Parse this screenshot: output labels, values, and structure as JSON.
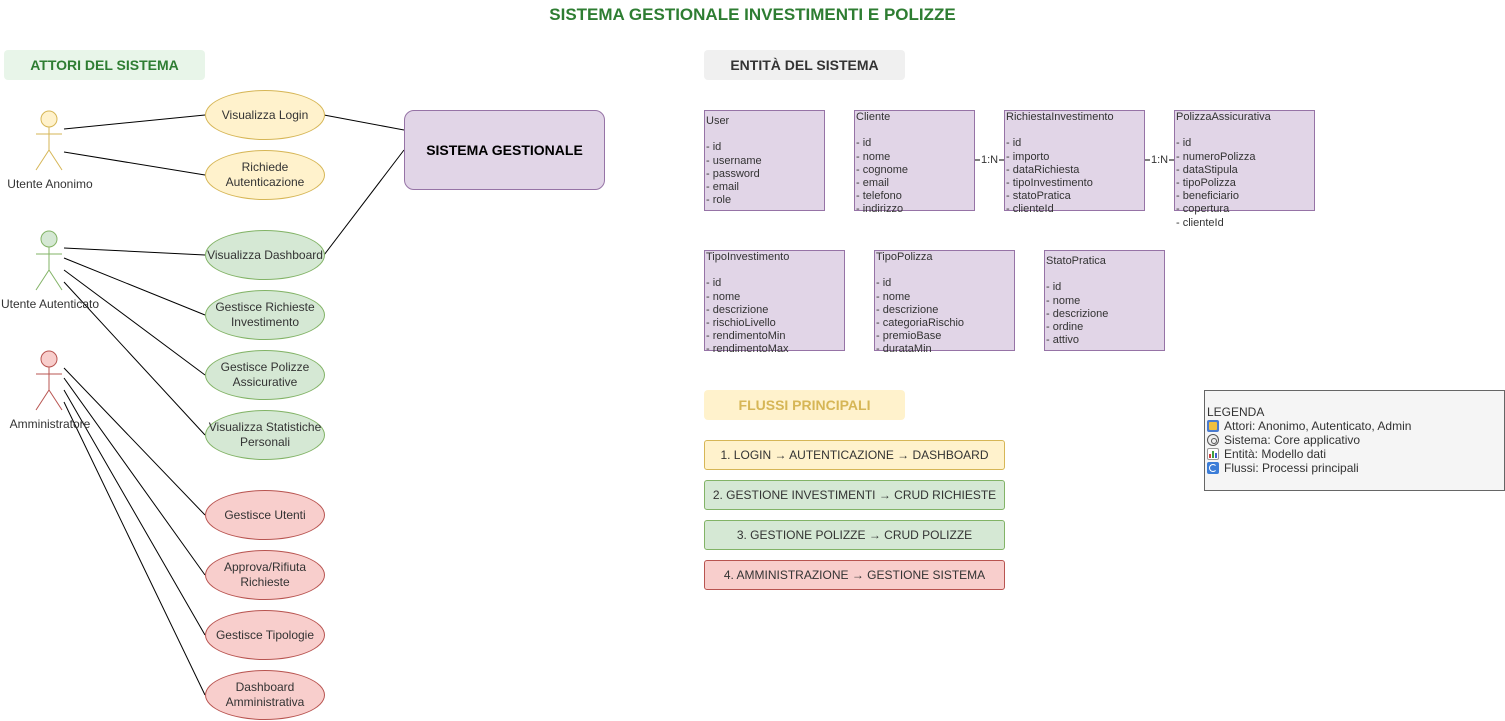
{
  "title": "SISTEMA GESTIONALE INVESTIMENTI E POLIZZE",
  "actors_header": "ATTORI DEL SISTEMA",
  "entities_header": "ENTITÀ DEL SISTEMA",
  "flows_header": "FLUSSI PRINCIPALI",
  "actors": [
    {
      "label": "Utente Anonimo",
      "color": "#fff2cc",
      "stroke": "#d6b656"
    },
    {
      "label": "Utente Autenticato",
      "color": "#d5e8d4",
      "stroke": "#82b366"
    },
    {
      "label": "Amministratore",
      "color": "#f8cecc",
      "stroke": "#b85450"
    }
  ],
  "system": {
    "label": "SISTEMA GESTIONALE"
  },
  "use_cases": [
    {
      "label": "Visualizza Login"
    },
    {
      "label": "Richiede\nAutenticazione"
    },
    {
      "label": "Visualizza Dashboard"
    },
    {
      "label": "Gestisce Richieste\nInvestimento"
    },
    {
      "label": "Gestisce Polizze\nAssicurative"
    },
    {
      "label": "Visualizza Statistiche\nPersonali"
    },
    {
      "label": "Gestisce Utenti"
    },
    {
      "label": "Approva/Rifiuta\nRichieste"
    },
    {
      "label": "Gestisce Tipologie"
    },
    {
      "label": "Dashboard\nAmministrativa"
    }
  ],
  "entities": [
    {
      "name": "User",
      "fields": [
        "- id",
        "- username",
        "- password",
        "- email",
        "- role"
      ]
    },
    {
      "name": "Cliente",
      "fields": [
        "- id",
        "- nome",
        "- cognome",
        "- email",
        "- telefono",
        "- indirizzo"
      ]
    },
    {
      "name": "RichiestaInvestimento",
      "fields": [
        "- id",
        "- importo",
        "- dataRichiesta",
        "- tipoInvestimento",
        "- statoPratica",
        "- clienteId"
      ]
    },
    {
      "name": "PolizzaAssicurativa",
      "fields": [
        "- id",
        "- numeroPolizza",
        "- dataStipula",
        "- tipoPolizza",
        "- beneficiario",
        "- copertura",
        "- clienteId"
      ]
    },
    {
      "name": "TipoInvestimento",
      "fields": [
        "- id",
        "- nome",
        "- descrizione",
        "- rischioLivello",
        "- rendimentoMin",
        "- rendimentoMax"
      ]
    },
    {
      "name": "TipoPolizza",
      "fields": [
        "- id",
        "- nome",
        "- descrizione",
        "- categoriaRischio",
        "- premioBase",
        "- durataMin"
      ]
    },
    {
      "name": "StatoPratica",
      "fields": [
        "- id",
        "- nome",
        "- descrizione",
        "- ordine",
        "- attivo"
      ]
    }
  ],
  "relations": [
    {
      "label": "1:N"
    },
    {
      "label": "1:N"
    }
  ],
  "flows": [
    {
      "label": "1. LOGIN → AUTENTICAZIONE → DASHBOARD"
    },
    {
      "label": "2. GESTIONE INVESTIMENTI → CRUD RICHIESTE"
    },
    {
      "label": "3. GESTIONE POLIZZE → CRUD POLIZZE"
    },
    {
      "label": "4. AMMINISTRAZIONE → GESTIONE SISTEMA"
    }
  ],
  "legend": {
    "title": "LEGENDA",
    "items": [
      {
        "icon": "actors-icon",
        "text": "Attori: Anonimo, Autenticato, Admin"
      },
      {
        "icon": "gear-icon",
        "text": "Sistema: Core applicativo"
      },
      {
        "icon": "bar-chart-icon",
        "text": "Entità: Modello dati"
      },
      {
        "icon": "refresh-icon",
        "text": "Flussi: Processi principali"
      }
    ]
  }
}
